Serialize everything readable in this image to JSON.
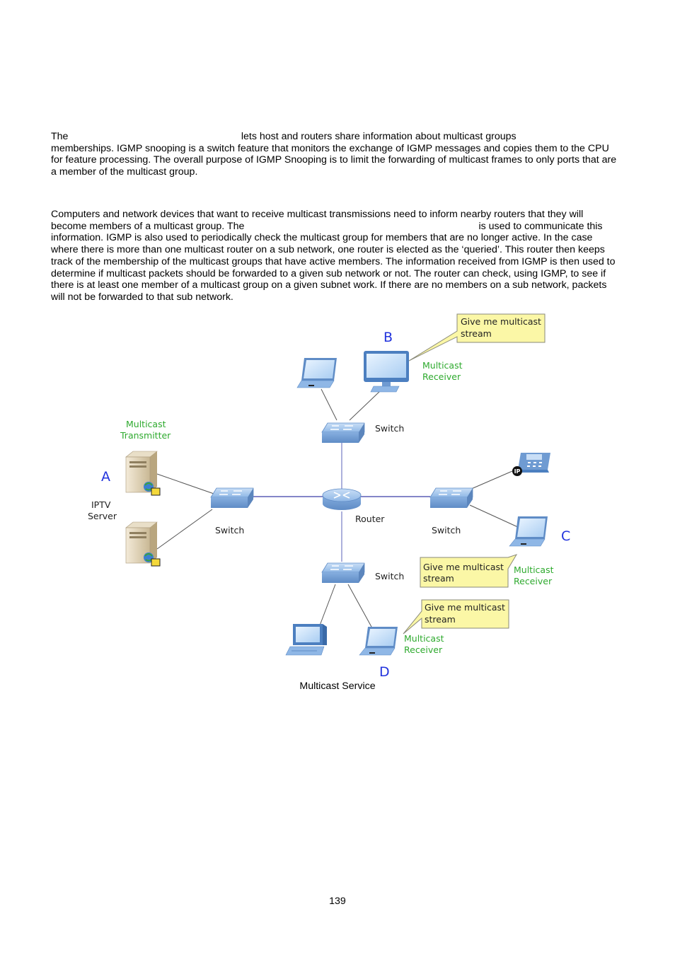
{
  "paragraphs": {
    "p1": {
      "lines": [
        "The                                                              lets host and routers share information about multicast groups",
        "memberships. IGMP snooping is a switch feature that monitors the exchange of IGMP messages and copies them to the CPU",
        "for feature processing. The overall purpose of IGMP Snooping is to limit the forwarding of multicast frames to only ports that are",
        "a member of the multicast group."
      ]
    },
    "p2": {
      "lines": [
        "Computers and network devices that want to receive multicast transmissions need to inform nearby routers that they will",
        "become members of a multicast group. The                                                                                    is used to communicate this",
        "information. IGMP is also used to periodically check the multicast group for members that are no longer active. In the case",
        "where there is more than one multicast router on a sub network, one router is elected as the ‘queried’. This router then keeps",
        "track of the membership of the multicast groups that have active members. The information received from IGMP is then used to",
        "determine if multicast packets should be forwarded to a given sub network or not. The router can check, using IGMP, to see if",
        "there is at least one member of a multicast group on a given subnet work. If there are no members on a sub network, packets",
        "will not be forwarded to that sub network."
      ]
    }
  },
  "diagram": {
    "letters": {
      "a": "A",
      "b": "B",
      "c": "C",
      "d": "D"
    },
    "transmitter": {
      "line1": "Multicast",
      "line2": "Transmitter"
    },
    "iptv": {
      "line1": "IPTV",
      "line2": "Server"
    },
    "receiver": {
      "line1": "Multicast",
      "line2": "Receiver"
    },
    "switch_label": "Switch",
    "router_label": "Router",
    "callout": {
      "line1": "Give me multicast",
      "line2": "stream"
    },
    "ip_badge": "IP",
    "colors": {
      "device_blue": "#8fb7e6",
      "label_green": "#2eaa2e",
      "letter_blue": "#2233dd",
      "callout_fill": "#fbf7a6"
    }
  },
  "caption": "Multicast Service",
  "page_number": "139"
}
